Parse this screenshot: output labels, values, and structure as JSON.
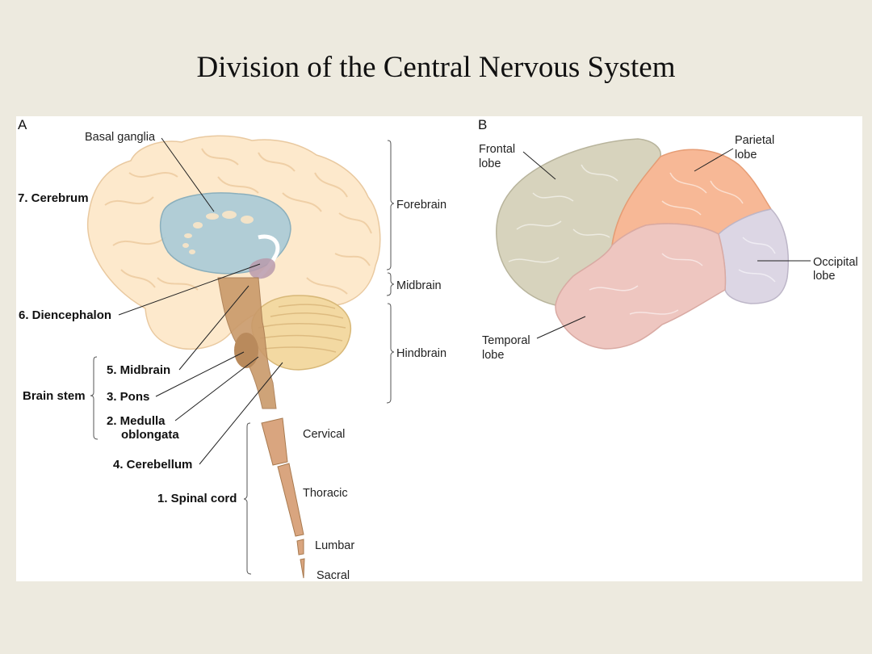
{
  "title": "Division of the Central Nervous System",
  "panel_a": {
    "letter": "A",
    "labels": {
      "basal_ganglia": "Basal ganglia",
      "cerebrum": "7. Cerebrum",
      "diencephalon": "6. Diencephalon",
      "midbrain": "5. Midbrain",
      "brain_stem": "Brain stem",
      "pons": "3. Pons",
      "medulla_1": "2. Medulla",
      "medulla_2": "oblongata",
      "cerebellum": "4. Cerebellum",
      "spinal_cord": "1. Spinal cord",
      "forebrain": "Forebrain",
      "midbrain_region": "Midbrain",
      "hindbrain": "Hindbrain",
      "cervical": "Cervical",
      "thoracic": "Thoracic",
      "lumbar": "Lumbar",
      "sacral": "Sacral"
    }
  },
  "panel_b": {
    "letter": "B",
    "labels": {
      "frontal_1": "Frontal",
      "frontal_2": "lobe",
      "parietal_1": "Parietal",
      "parietal_2": "lobe",
      "occipital_1": "Occipital",
      "occipital_2": "lobe",
      "temporal_1": "Temporal",
      "temporal_2": "lobe"
    }
  },
  "colors": {
    "background": "#edeadf",
    "cerebrum": "#fde9cc",
    "basal_ganglia": "#a9cbd8",
    "cerebellum": "#f3d9a2",
    "brainstem": "#c99a6a",
    "spinal_cord": "#d9a57f",
    "frontal_lobe": "#d7d3bd",
    "parietal_lobe": "#f7b896",
    "temporal_lobe": "#eec6c0",
    "occipital_lobe": "#dcd6e4"
  }
}
